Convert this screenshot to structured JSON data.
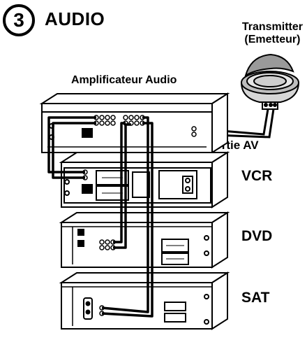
{
  "step": {
    "number": "3",
    "title": "AUDIO"
  },
  "transmitter": {
    "line1": "Transmitter",
    "line2": "(Emetteur)"
  },
  "amplifier": {
    "label": "Amplificateur Audio"
  },
  "output": {
    "label": "Sortie AV"
  },
  "devices": {
    "vcr": "VCR",
    "dvd": "DVD",
    "sat": "SAT"
  }
}
